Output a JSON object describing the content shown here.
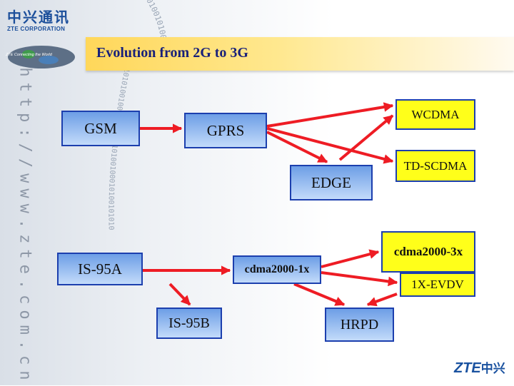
{
  "title": "Evolution from 2G to 3G",
  "branding": {
    "logo_cn": "中兴通讯",
    "logo_en": "ZTE CORPORATION",
    "tagline": "ZTE Connecting the World",
    "url_vertical": "http://www.zte.com.cn",
    "footer_latin": "ZTE",
    "footer_cn": "中兴",
    "binary_ring_1": "01001010010",
    "binary_ring_2": "10101001000101001010100100010100101010"
  },
  "nodes": {
    "gsm": "GSM",
    "gprs": "GPRS",
    "wcdma": "WCDMA",
    "edge": "EDGE",
    "td_scdma": "TD-SCDMA",
    "is95a": "IS-95A",
    "cdma2000_1x": "cdma2000-1x",
    "cdma2000_3x": "cdma2000-3x",
    "evdv": "1X-EVDV",
    "is95b": "IS-95B",
    "hrpd": "HRPD"
  },
  "colors": {
    "arrow": "#ee1c24",
    "box_border": "#1c3fae",
    "blue_box": "#8fb6ef",
    "yellow_box": "#ffff1a",
    "title_bar": "#ffd75a",
    "title_text": "#18207a"
  }
}
